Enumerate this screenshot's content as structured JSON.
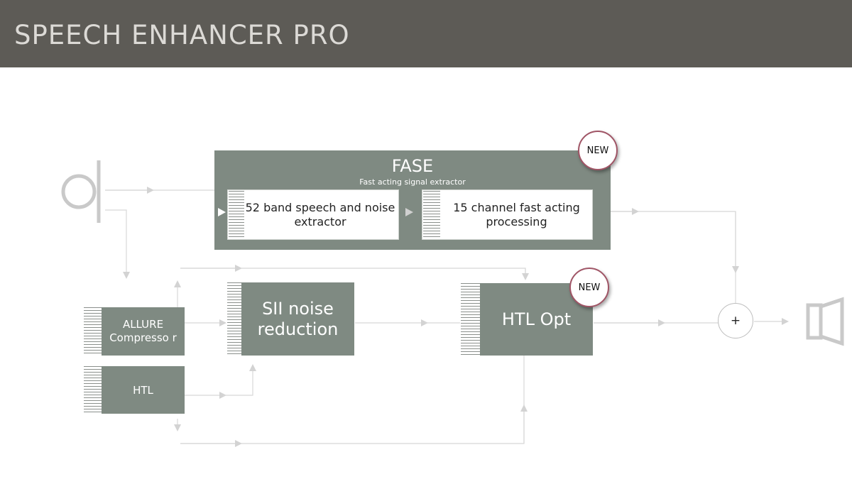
{
  "header": {
    "title": "SPEECH ENHANCER PRO"
  },
  "fase": {
    "title": "FASE",
    "subtitle": "Fast acting signal extractor"
  },
  "blocks": {
    "band_extractor": "52 band speech and noise extractor",
    "channel_processing": "15 channel fast acting processing",
    "allure": "ALLURE Compresso r",
    "htl": "HTL",
    "sii": "SII noise reduction",
    "htl_opt": "HTL Opt"
  },
  "badges": {
    "fase_new": "NEW",
    "htl_opt_new": "NEW"
  },
  "summing": {
    "symbol": "+"
  },
  "icons": {
    "input": "microphone-icon",
    "output": "speaker-icon"
  },
  "colors": {
    "header_bg": "#5d5b56",
    "block": "#7f8a82",
    "badge_ring": "#a05566",
    "wire": "#d5d5d5"
  }
}
